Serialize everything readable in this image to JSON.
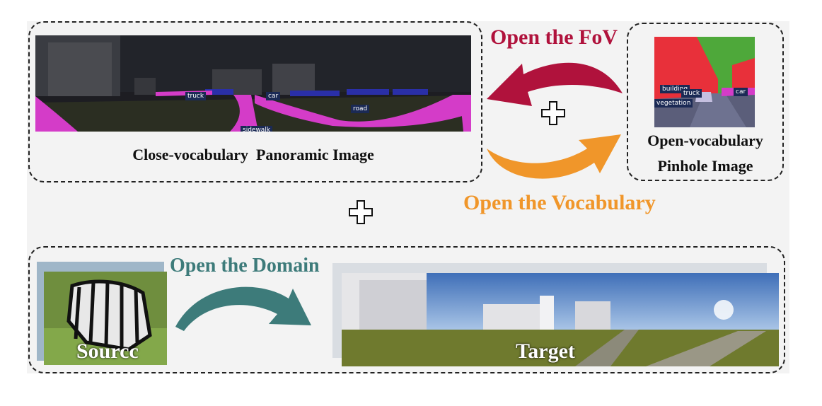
{
  "panel_top_left": {
    "caption": "Close-vocabulary  Panoramic Image"
  },
  "panel_top_right": {
    "caption_line1": "Open-vocabulary",
    "caption_line2": "Pinhole Image"
  },
  "arrows": {
    "fov": {
      "label": "Open the FoV",
      "color": "#b0123c"
    },
    "vocabulary": {
      "label": "Open the Vocabulary",
      "color": "#f0962a"
    },
    "domain": {
      "label": "Open the Domain",
      "color": "#3d7b7a"
    }
  },
  "panorama_labels": {
    "truck": "truck",
    "car": "car",
    "road": "road",
    "sidewalk": "sidewalk"
  },
  "pinhole_labels": {
    "building": "building",
    "truck": "truck",
    "car": "car",
    "vegetation": "vegetation"
  },
  "source_label": "Sourcc",
  "target_label": "Target",
  "colors": {
    "background_panel": "#f3f3f3",
    "road_magenta": "#d43cc8",
    "building_red": "#e8303a",
    "vegetation_green": "#4ea83a"
  }
}
